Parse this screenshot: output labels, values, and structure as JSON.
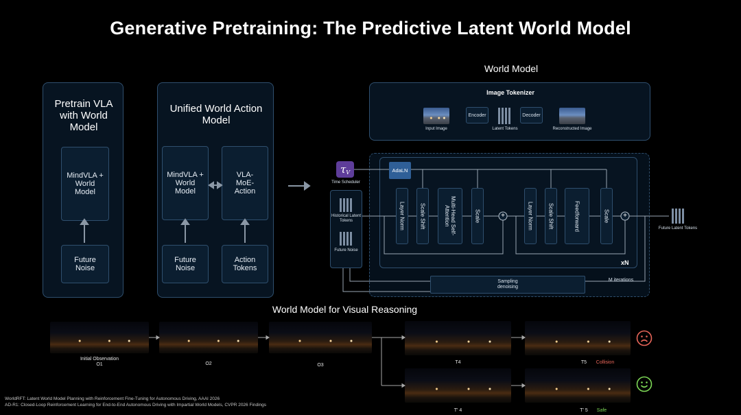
{
  "title": "Generative Pretraining: The Predictive Latent World Model",
  "panel1": {
    "title": "Pretrain VLA with World Model",
    "box": "MindVLA + World Model",
    "noise": "Future Noise"
  },
  "panel2": {
    "title": "Unified World Action Model",
    "box1": "MindVLA + World Model",
    "box2": "VLA-MoE-Action",
    "noise": "Future Noise",
    "tokens": "Action Tokens"
  },
  "world_model": {
    "title": "World Model",
    "tokenizer": {
      "title": "Image Tokenizer",
      "encoder": "Encoder",
      "decoder": "Decoder",
      "input": "Input Image",
      "latent": "Latent Tokens",
      "recon": "Reconstructed Image"
    },
    "scheduler_symbol": "τ",
    "scheduler_sub": "V",
    "scheduler": "Time Scheduler",
    "adaln": "AdaLN",
    "historical": "Historical Latent Tokens",
    "future_noise": "Future Noise",
    "blocks": [
      "Layer Norm",
      "Scale Shift",
      "Multi-Head Self-Attention",
      "Scale",
      "Layer Norm",
      "Scale Shift",
      "Feedforward",
      "Scale"
    ],
    "plus": "+",
    "repeat": "xN",
    "sampling": "Sampling\ndenoising",
    "iterations": "M iterations",
    "future_latent": "Future Latent Tokens"
  },
  "reasoning": {
    "title": "World Model for Visual Reasoning",
    "frames": [
      "Initial Observation\nO1",
      "O2",
      "O3",
      "T4",
      "T5",
      "T' 4",
      "T' 5"
    ],
    "collision": "Collision",
    "safe": "Safe",
    "colors": {
      "collision": "#e9665a",
      "safe": "#7ed957",
      "sad": "#e9665a",
      "happy": "#7ed957"
    }
  },
  "footnotes": [
    "WorldRFT: Latent World Model Planning with Reinforcement Fine-Tuning for Autonomous Driving, AAAI 2026",
    "AD-R1: Closed-Loop Reinforcement Learning for End-to-End Autonomous Driving with Impartial World Models, CVPR 2026 Findings"
  ]
}
